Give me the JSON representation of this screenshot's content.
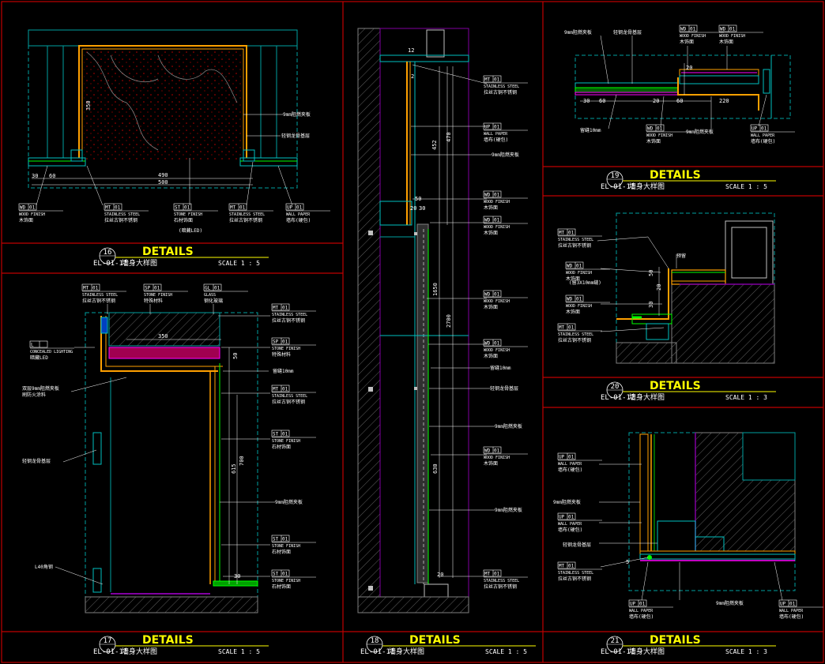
{
  "colors": {
    "background": "#000000",
    "frame": "#c00000",
    "outline": "#00c0c0",
    "wood": "#ffa000",
    "steel": "#ffff00",
    "magenta": "#ff00ff",
    "green": "#00ff00",
    "purple": "#8000a0",
    "text": "#ffffff",
    "title": "#ffff00",
    "dimension": "#ffffff"
  },
  "details": [
    {
      "num": "16",
      "title": "DETAILS",
      "code": "EL-01-11",
      "name": "墙身大样图",
      "scale": "SCALE 1 : 5"
    },
    {
      "num": "17",
      "title": "DETAILS",
      "code": "EL-01-11",
      "name": "墙身大样图",
      "scale": "SCALE 1 : 5"
    },
    {
      "num": "18",
      "title": "DETAILS",
      "code": "EL-01-11",
      "name": "墙身大样图",
      "scale": "SCALE 1 : 5"
    },
    {
      "num": "19",
      "title": "DETAILS",
      "code": "EL-01-11",
      "name": "墙身大样图",
      "scale": "SCALE 1 : 5"
    },
    {
      "num": "20",
      "title": "DETAILS",
      "code": "EL-01-12",
      "name": "墙身大样图",
      "scale": "SCALE 1 : 3"
    },
    {
      "num": "21",
      "title": "DETAILS",
      "code": "EL-01-11",
      "name": "墙身大样图",
      "scale": "SCALE 1 : 3"
    }
  ],
  "labels": {
    "wd": {
      "code": "WD",
      "num": "01",
      "en": "WOOD FINISH",
      "cn": "木饰面"
    },
    "mt": {
      "code": "MT",
      "num": "01",
      "en": "STAINLESS STEEL",
      "cn": "拉丝古铜不锈钢"
    },
    "st": {
      "code": "ST",
      "num": "01",
      "en": "STONE FINISH",
      "cn": "石材饰面"
    },
    "sp": {
      "code": "SP",
      "num": "01",
      "en": "STONE FINISH",
      "cn": "特殊材料"
    },
    "up": {
      "code": "UP",
      "num": "01",
      "en": "WALL PAPER",
      "cn": "墙布(硬包)"
    },
    "gl": {
      "code": "GL",
      "num": "01",
      "en": "GLASS",
      "cn": "钢化玻璃"
    },
    "l": {
      "code": "L",
      "num": "",
      "en": "CONCEALED LIGHTING",
      "cn": "暗藏LED"
    }
  },
  "notes": {
    "plywood": "9mm阻燃夹板",
    "keel": "轻钢龙骨基层",
    "gap": "留缝10mm",
    "double_ply": "双层9mm阻燃夹板",
    "fire_coat": "刷防火涂料",
    "led_note": "(暗藏LED)",
    "angle": "L40角钢",
    "reserve": "预留",
    "gap3": "(留3X10mm缝)"
  },
  "dims": {
    "d16_a": "30",
    "d16_b": "60",
    "d16_c": "490",
    "d16_d": "500",
    "d16_e": "350",
    "d17_a": "350",
    "d17_b": "50",
    "d17_c": "615",
    "d17_d": "700",
    "d17_e": "30",
    "d18_a": "12",
    "d18_b": "452",
    "d18_c": "470",
    "d18_d": "50",
    "d18_e": "20",
    "d18_f": "30",
    "d18_g": "1650",
    "d18_h": "2700",
    "d18_i": "630",
    "d18_j": "20",
    "d18_k": "2",
    "d19_a": "30",
    "d19_b": "60",
    "d19_c": "20",
    "d19_d": "20",
    "d19_e": "60",
    "d19_f": "220",
    "d20_a": "50",
    "d20_b": "30",
    "d20_c": "20",
    "d21_a": "5"
  }
}
